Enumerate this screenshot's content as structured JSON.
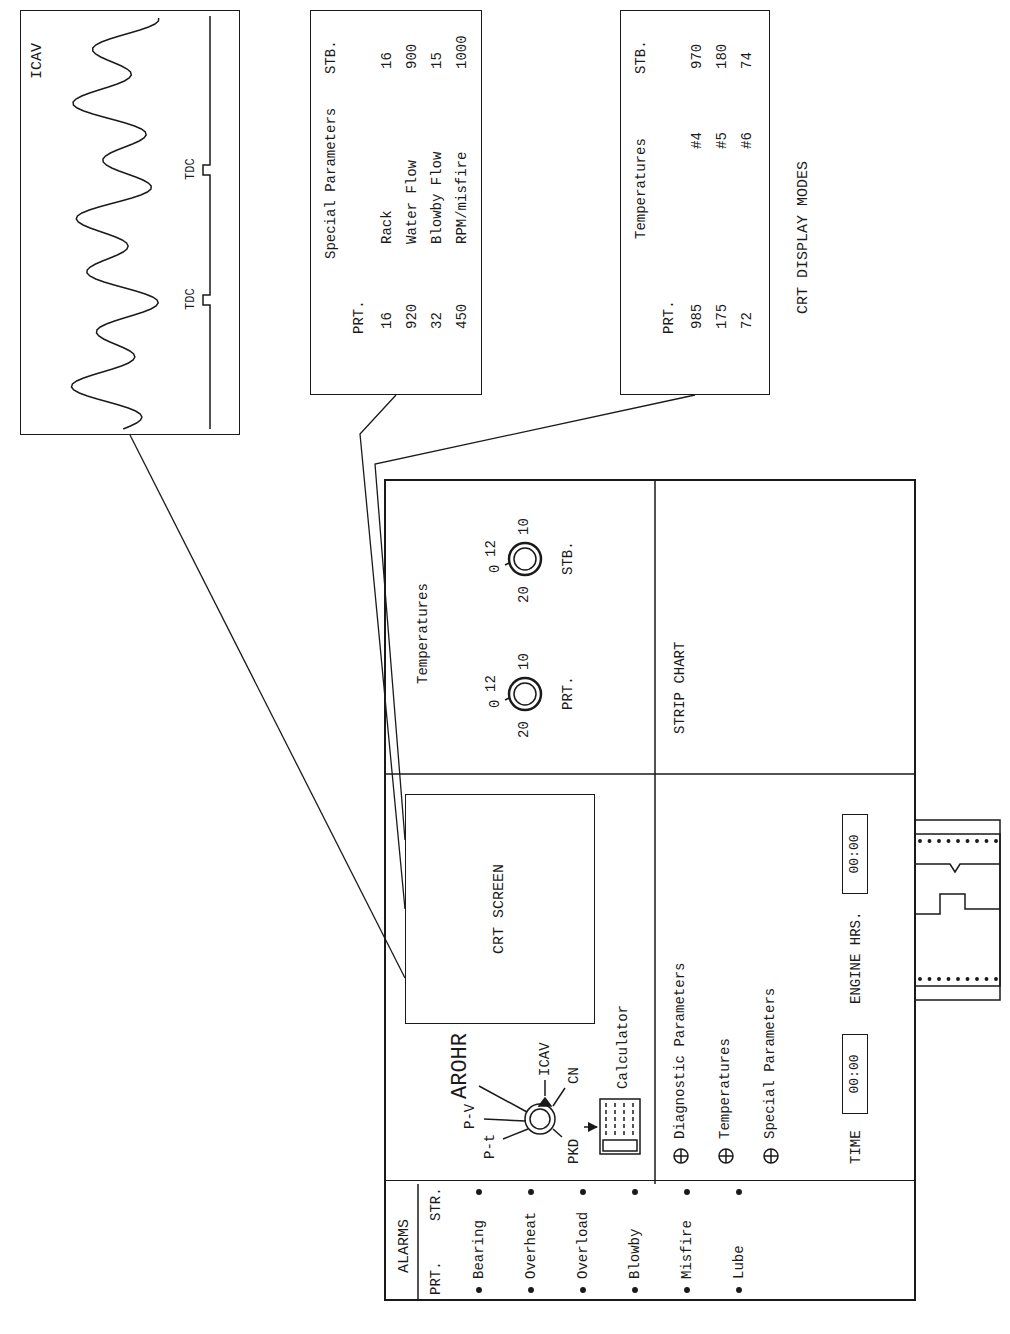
{
  "diagram": {
    "caption": "CRT DISPLAY MODES",
    "nodes": [
      {
        "text": [
          "ICAV",
          "TDC",
          "TDC"
        ]
      },
      {
        "text": [
          "Special Parameters",
          "STB.",
          "PRT.",
          "16",
          "Rack",
          "16",
          "920",
          "Water Flow",
          "900",
          "32",
          "Blowby Flow",
          "15",
          "450",
          "RPM/misfire",
          "1000"
        ]
      },
      {
        "text": [
          "Temperatures",
          "STB.",
          "PRT.",
          "985",
          "#4",
          "970",
          "175",
          "#5",
          "180",
          "72",
          "#6",
          "74"
        ]
      },
      {
        "text": [
          "ALARMS",
          "PRT.",
          "STR.",
          "Bearing",
          "Overheat",
          "Overload",
          "Blowby",
          "Misfire",
          "Lube"
        ]
      },
      {
        "text": [
          "CRT SCREEN"
        ]
      },
      {
        "text": [
          "00:00"
        ]
      },
      {
        "text": [
          "00:00"
        ]
      }
    ],
    "edges": [
      {
        "from": 0,
        "to": 4,
        "arrow": "none"
      },
      {
        "from": 1,
        "to": 4,
        "arrow": "none"
      },
      {
        "from": 2,
        "to": 4,
        "arrow": "none"
      }
    ],
    "labels": [
      "P-t",
      "P-V",
      "AROHR",
      "ICAV",
      "CN",
      "PKD",
      "Calculator",
      "Temperatures",
      "0",
      "12",
      "20",
      "10",
      "0",
      "12",
      "20",
      "10",
      "PRT.",
      "STB.",
      "Diagnostic Parameters",
      "Temperatures",
      "Special Parameters",
      "TIME",
      "ENGINE HRS.",
      "STRIP CHART"
    ]
  }
}
